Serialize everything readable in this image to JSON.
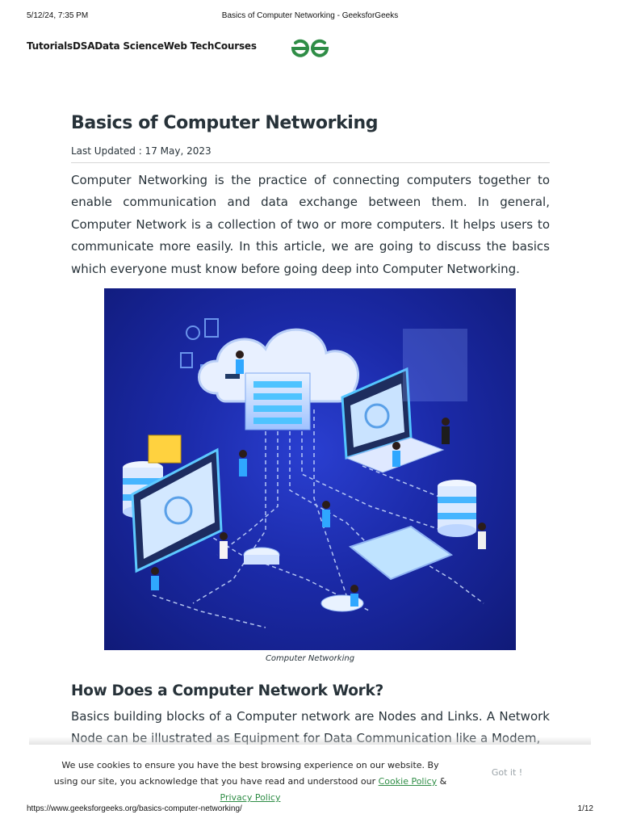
{
  "print_header": {
    "datetime": "5/12/24, 7:35 PM",
    "page_title": "Basics of Computer Networking - GeeksforGeeks"
  },
  "nav": {
    "items": [
      {
        "label": "Tutorials"
      },
      {
        "label": "DSA"
      },
      {
        "label": "Data Science"
      },
      {
        "label": "Web Tech"
      },
      {
        "label": "Courses"
      }
    ],
    "logo_icon": "geeksforgeeks-logo-icon",
    "brand_color": "#2f8d46"
  },
  "article": {
    "title": "Basics of Computer Networking",
    "last_updated": "Last Updated : 17 May, 2023",
    "intro": "Computer Networking is the practice of connecting computers together to enable communication and data exchange between them. In general, Computer Network is a collection of two or more computers. It helps users to communicate more easily. In this article, we are going to discuss the basics which everyone must know before going deep into Computer Networking.",
    "image_caption": "Computer Networking",
    "section_heading": "How Does a Computer Network Work?",
    "section_text": "Basics building blocks of a Computer network are Nodes and Links. A Network Node can be illustrated as Equipment for Data Communication like a Modem,"
  },
  "cookie": {
    "text_before": "We use cookies to ensure you have the best browsing experience on our website. By using our site, you acknowledge that you have read and understood our ",
    "cookie_policy": "Cookie Policy",
    "amp": " & ",
    "privacy_policy": "Privacy Policy",
    "button": "Got it !"
  },
  "print_footer": {
    "url": "https://www.geeksforgeeks.org/basics-computer-networking/",
    "page": "1/12"
  }
}
